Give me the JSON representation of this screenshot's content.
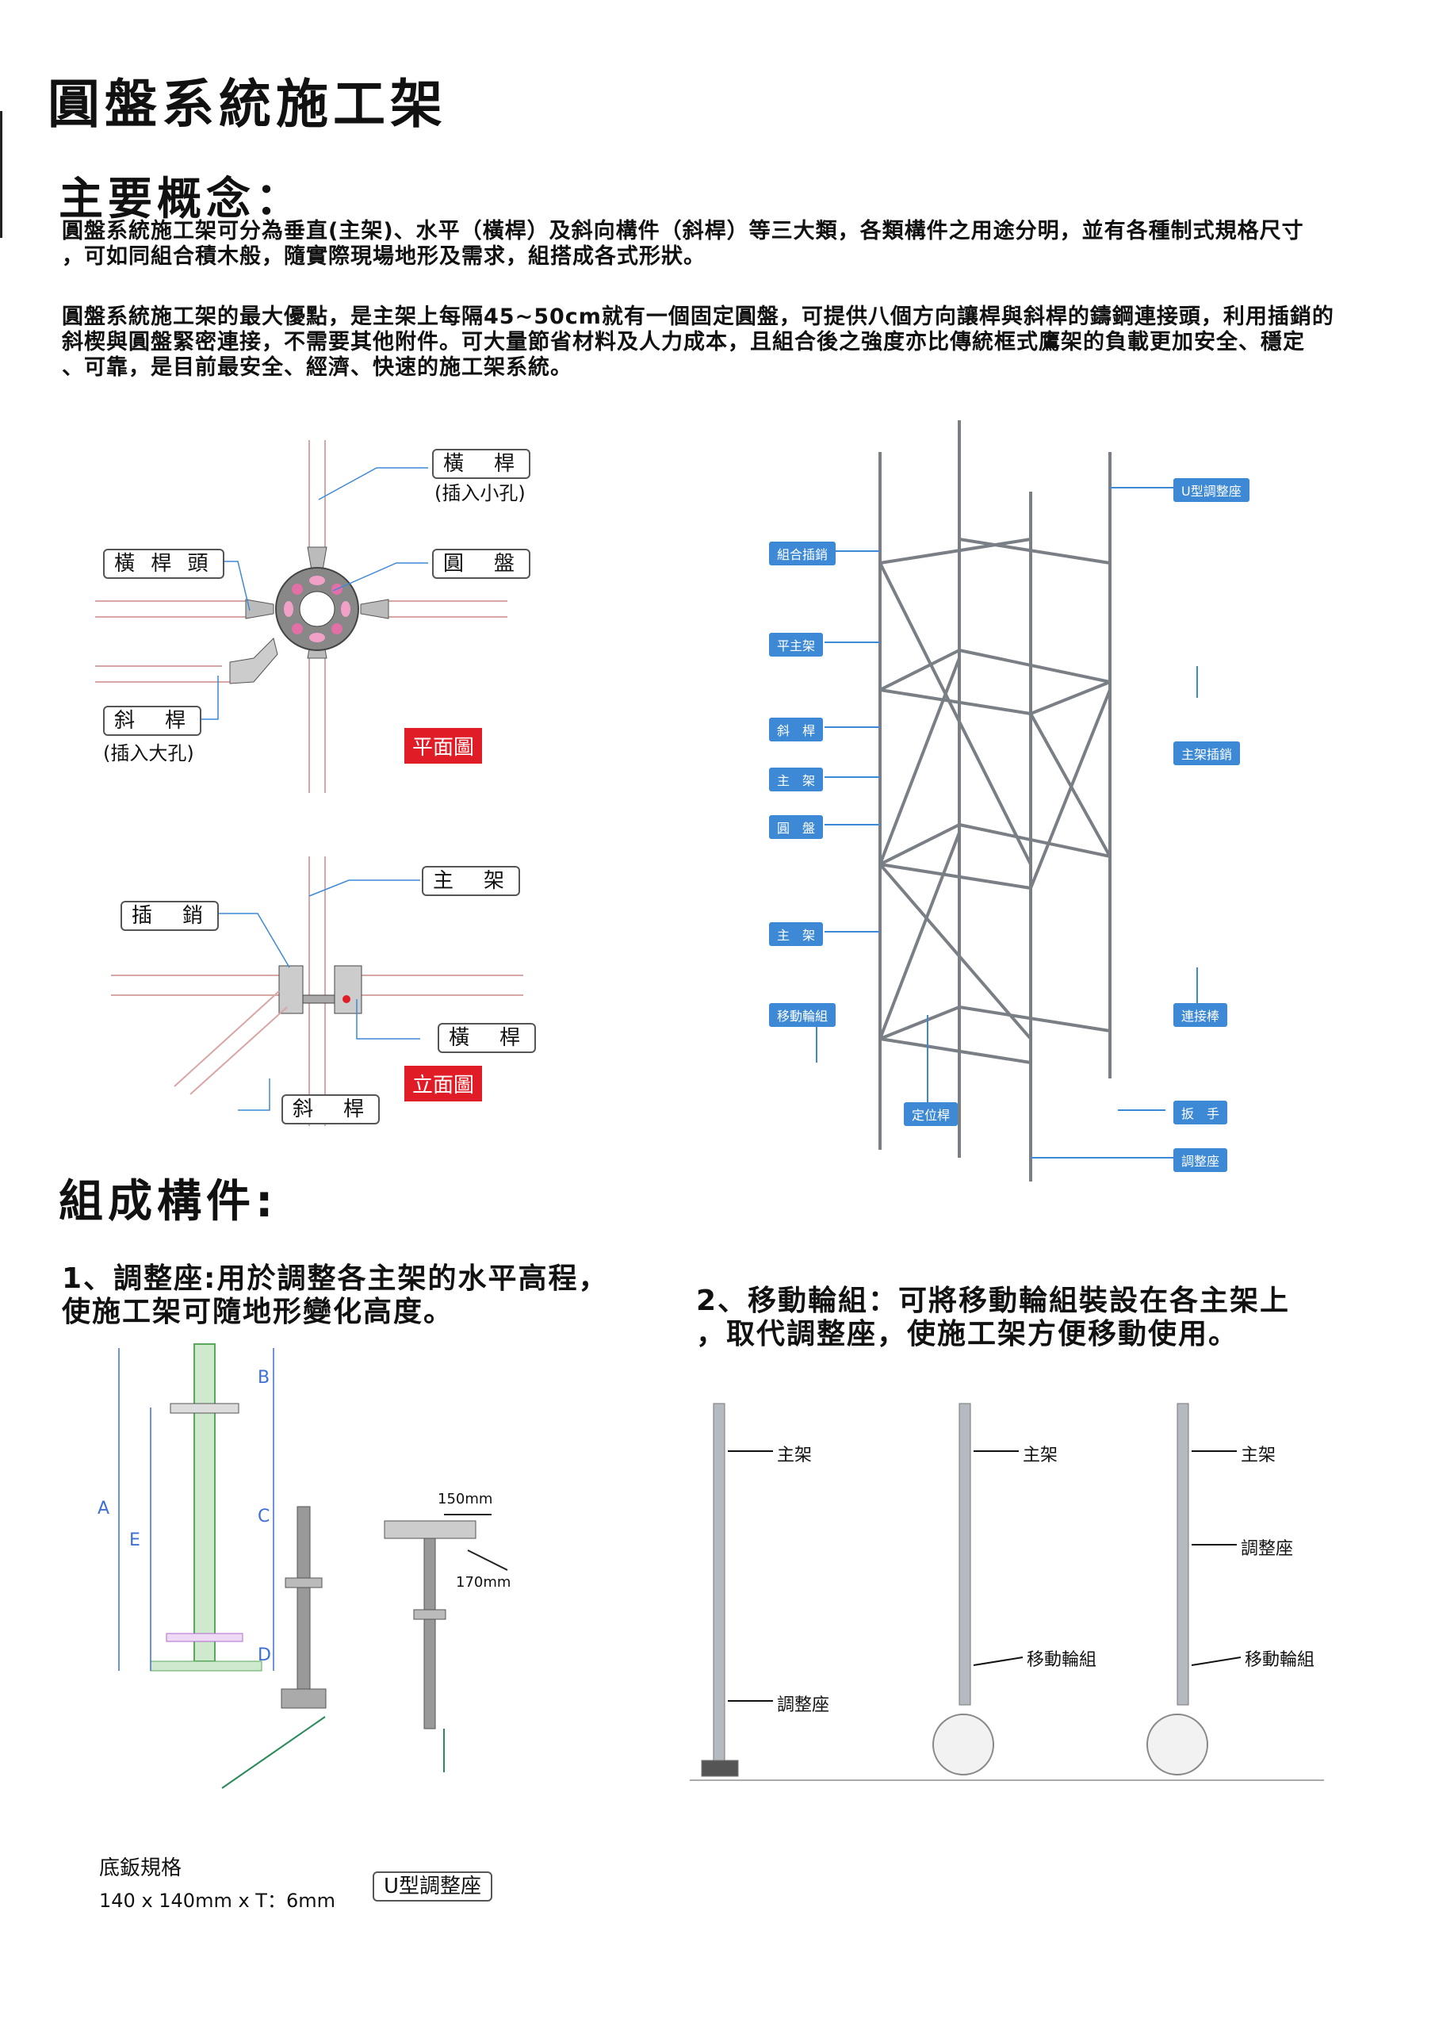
{
  "title": "圓盤系統施工架",
  "concept": {
    "heading": "主要概念：",
    "p1_line1": "圓盤系統施工架可分為垂直(主架)、水平（橫桿）及斜向構件（斜桿）等三大類，各類構件之用途分明，並有各種制式規格尺寸",
    "p1_line2": "，可如同組合積木般，隨實際現場地形及需求，組搭成各式形狀。",
    "p2_line1": "圓盤系統施工架的最大優點，是主架上每隔45~50cm就有一個固定圓盤，可提供八個方向讓桿與斜桿的鑄鋼連接頭，利用插銷的",
    "p2_line2": "斜楔與圓盤緊密連接，不需要其他附件。可大量節省材料及人力成本，且組合後之強度亦比傳統框式鷹架的負載更加安全、穩定",
    "p2_line3": "、可靠，是目前最安全、經濟、快速的施工架系統。"
  },
  "plan_diagram": {
    "tag_crossbar": "橫　桿",
    "note_small_hole": "(插入小孔)",
    "tag_crossbar_head": "橫 桿 頭",
    "tag_disc": "圓　盤",
    "tag_diagonal": "斜　桿",
    "note_large_hole": "(插入大孔)",
    "badge": "平面圖"
  },
  "elevation_diagram": {
    "tag_main": "主　架",
    "tag_pin": "插　銷",
    "tag_crossbar": "橫　桿",
    "tag_diagonal": "斜　桿",
    "badge": "立面圖"
  },
  "tower_diagram": {
    "labels_left": [
      "組合插銷",
      "平主架",
      "斜　桿",
      "主　架",
      "圓　盤",
      "主　架",
      "移動輪組"
    ],
    "label_locator": "定位桿",
    "labels_right": [
      "U型調整座",
      "主架插銷",
      "連接棒",
      "扳　手",
      "調整座"
    ]
  },
  "components": {
    "heading": "組成構件:",
    "item1_line1": "1、調整座:用於調整各主架的水平高程，",
    "item1_line2": "使施工架可隨地形變化高度。",
    "item2_line1": "2、移動輪組：可將移動輪組裝設在各主架上",
    "item2_line2": "，取代調整座，使施工架方便移動使用。",
    "dims": [
      "A",
      "E",
      "B",
      "C",
      "D"
    ],
    "dim_150": "150mm",
    "dim_170": "170mm",
    "base_label": "底鈑規格",
    "base_spec": "140 x 140mm x T：6mm",
    "u_seat_label": "U型調整座",
    "wheel_labels": {
      "main": "主架",
      "adjust": "調整座",
      "wheel": "移動輪組"
    }
  }
}
